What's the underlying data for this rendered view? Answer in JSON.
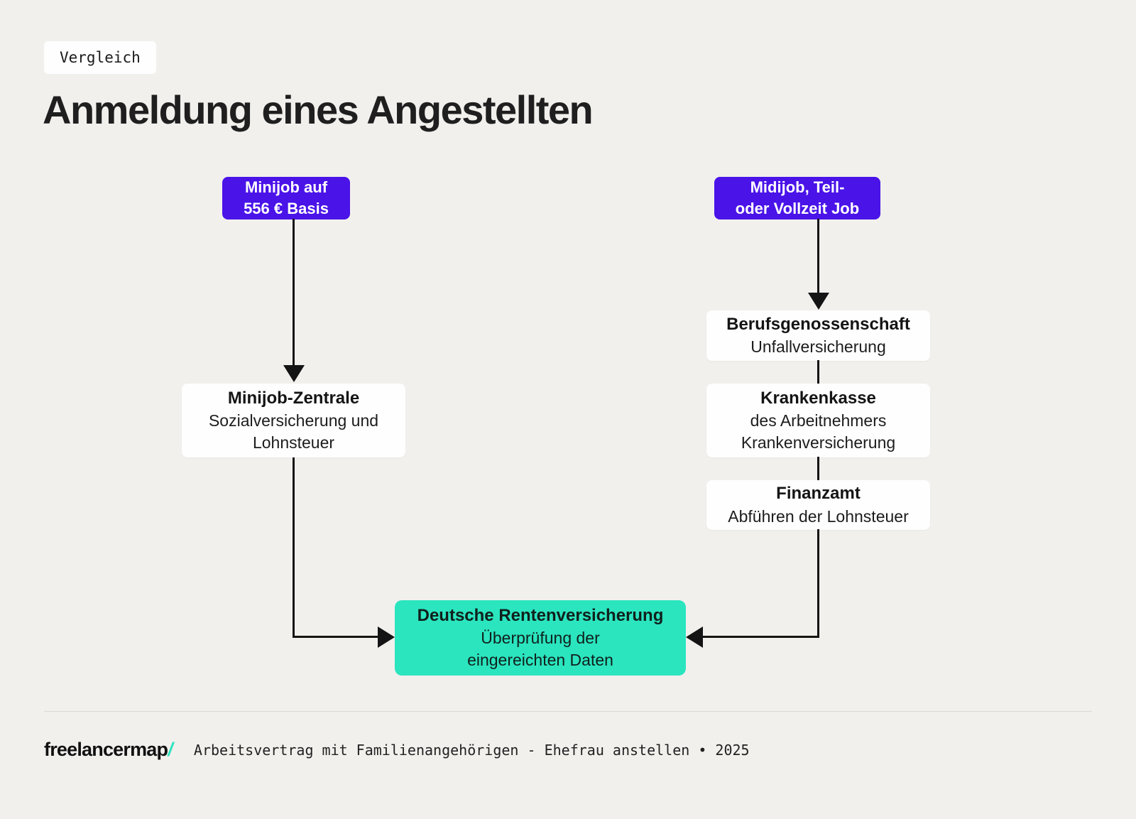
{
  "page": {
    "badge": "Vergleich",
    "title": "Anmeldung eines Angestellten"
  },
  "colors": {
    "purple": "#4A13E8",
    "teal": "#2BE5BF",
    "background": "#F2F0ED",
    "line": "#141414"
  },
  "nodes": {
    "minijob_start": {
      "l1": "Minijob auf",
      "l2": "556 € Basis"
    },
    "midijob_start": {
      "l1": "Midijob, Teil-",
      "l2": "oder Vollzeit Job"
    },
    "minijob_zentrale": {
      "title": "Minijob-Zentrale",
      "l1": "Sozialversicherung und",
      "l2": "Lohnsteuer"
    },
    "berufsgenossenschaft": {
      "title": "Berufsgenossenschaft",
      "l1": "Unfallversicherung"
    },
    "krankenkasse": {
      "title": "Krankenkasse",
      "l1": "des Arbeitnehmers",
      "l2": "Krankenversicherung"
    },
    "finanzamt": {
      "title": "Finanzamt",
      "l1": "Abführen der Lohnsteuer"
    },
    "rentenversicherung": {
      "title": "Deutsche Rentenversicherung",
      "l1": "Überprüfung der",
      "l2": "eingereichten Daten"
    }
  },
  "footer": {
    "logo_text": "freelancermap",
    "logo_slash": "/",
    "caption": "Arbeitsvertrag mit Familienangehörigen - Ehefrau anstellen • 2025"
  }
}
